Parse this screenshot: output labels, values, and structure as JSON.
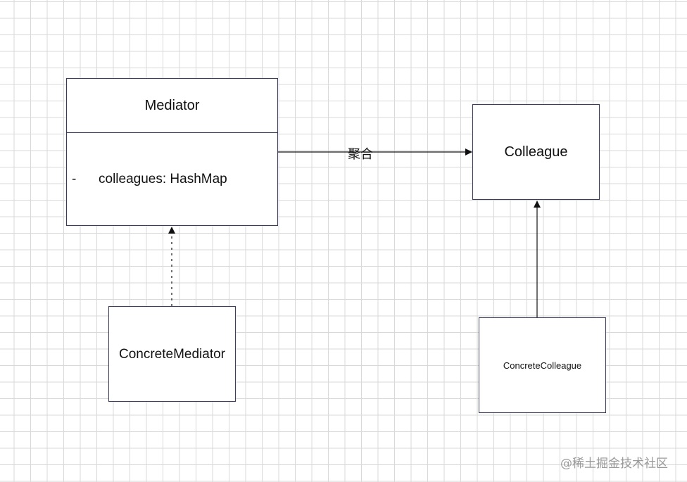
{
  "mediator": {
    "title": "Mediator",
    "attribute_visibility": "-",
    "attribute": "colleagues: HashMap"
  },
  "colleague": {
    "title": "Colleague"
  },
  "concrete_mediator": {
    "title": "ConcreteMediator"
  },
  "concrete_colleague": {
    "title": "ConcreteColleague"
  },
  "relations": {
    "aggregation_label": "聚合",
    "mediator_to_colleague": "association",
    "concrete_mediator_to_mediator": "realization",
    "concrete_colleague_to_colleague": "generalization"
  },
  "watermark": "@稀土掘金技术社区",
  "colors": {
    "box_border": "#3c3c5c",
    "line": "#111111",
    "grid": "#d9d9d9",
    "watermark": "#9a9a9a"
  }
}
